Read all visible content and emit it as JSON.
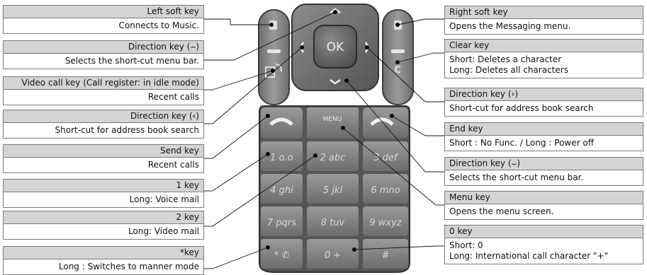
{
  "left_callouts": [
    {
      "title": "Left soft key",
      "desc": [
        "Connects to Music."
      ]
    },
    {
      "title": "Direction key (⌢)",
      "desc": [
        "Selects the short-cut menu bar."
      ]
    },
    {
      "title": "Video call key (Call register: in idle mode)",
      "desc": [
        "Recent calls"
      ]
    },
    {
      "title": "Direction key (‹)",
      "desc": [
        "Short-cut for address book search"
      ]
    },
    {
      "title": "Send key",
      "desc": [
        "Recent calls"
      ]
    },
    {
      "title": "1 key",
      "desc": [
        "Long: Voice mail"
      ]
    },
    {
      "title": "2 key",
      "desc": [
        "Long: Video mail"
      ]
    },
    {
      "title": "*key",
      "desc": [
        "Long : Switches to manner mode"
      ]
    }
  ],
  "right_callouts": [
    {
      "title": "Right soft key",
      "desc": [
        "Opens the Messaging menu."
      ]
    },
    {
      "title": "Clear key",
      "desc": [
        "Short: Deletes a character",
        "Long: Deletes all characters"
      ]
    },
    {
      "title": "Direction key (›)",
      "desc": [
        "Short-cut for address book search"
      ]
    },
    {
      "title": "End key",
      "desc": [
        "Short : No Func. / Long : Power off"
      ]
    },
    {
      "title": "Direction key (⌣)",
      "desc": [
        "Selects the short-cut menu bar."
      ]
    },
    {
      "title": "Menu key",
      "desc": [
        "Opens the menu screen."
      ]
    },
    {
      "title": "0 key",
      "desc": [
        "Short: 0",
        "Long: International call character \"+\""
      ]
    }
  ],
  "keypad": {
    "ok_label": "OK",
    "menu_label": "MENU",
    "keys": [
      "1 o.o",
      "2 abc",
      "3 def",
      "4 ghi",
      "5 jkl",
      "6 mno",
      "7 pqrs",
      "8 tuv",
      "9 wxyz",
      "* ✆",
      "0 +",
      "#"
    ]
  }
}
